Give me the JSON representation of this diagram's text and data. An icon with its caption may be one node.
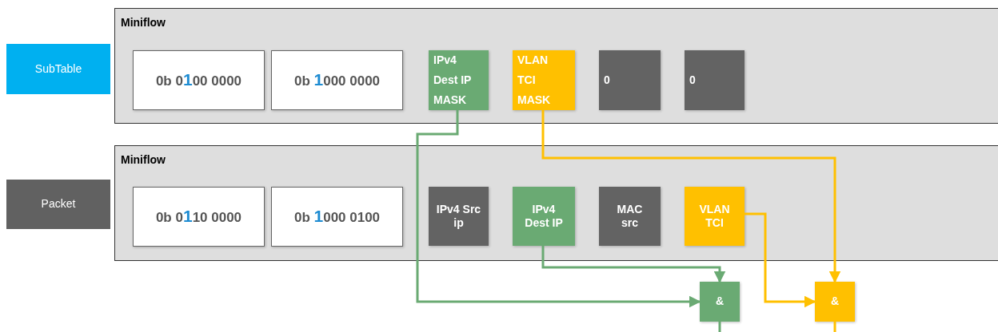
{
  "diagram": {
    "nodes": [
      {
        "text": [
          "SubTable"
        ]
      },
      {
        "text": [
          "Miniflow"
        ]
      },
      {
        "text": [
          "0b 0100 0000"
        ],
        "in": 1
      },
      {
        "text": [
          "0b 1000 0000"
        ],
        "in": 1
      },
      {
        "text": [
          "IPv4 Dest IP MASK"
        ],
        "in": 1
      },
      {
        "text": [
          "VLAN TCI MASK"
        ],
        "in": 1
      },
      {
        "text": [
          "0"
        ],
        "in": 1
      },
      {
        "text": [
          "0"
        ],
        "in": 1
      },
      {
        "text": [
          "Packet"
        ]
      },
      {
        "text": [
          "Miniflow"
        ]
      },
      {
        "text": [
          "0b 0110 0000"
        ],
        "in": 9
      },
      {
        "text": [
          "0b 1000 0100"
        ],
        "in": 9
      },
      {
        "text": [
          "IPv4 Src ip"
        ],
        "in": 9
      },
      {
        "text": [
          "IPv4 Dest IP"
        ],
        "in": 9
      },
      {
        "text": [
          "MAC src"
        ],
        "in": 9
      },
      {
        "text": [
          "VLAN TCI"
        ],
        "in": 9
      },
      {
        "text": [
          "&"
        ]
      },
      {
        "text": [
          "&"
        ]
      }
    ],
    "edges": [
      {
        "from": 4,
        "to": 16,
        "arrow": "to",
        "color": "#6aaa73"
      },
      {
        "from": 13,
        "to": 16,
        "arrow": "to",
        "color": "#6aaa73"
      },
      {
        "from": 5,
        "to": 17,
        "arrow": "to",
        "color": "#ffc000"
      },
      {
        "from": 15,
        "to": 17,
        "arrow": "to",
        "color": "#ffc000"
      },
      {
        "from": 16,
        "to": null,
        "arrow": "none",
        "color": "#6aaa73"
      },
      {
        "from": 17,
        "to": null,
        "arrow": "none",
        "color": "#ffc000"
      }
    ]
  }
}
